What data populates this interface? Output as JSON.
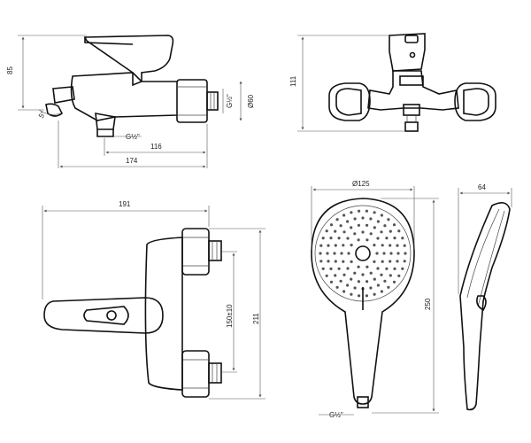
{
  "views": {
    "side": {
      "height_label": "85",
      "thread_label": "G½\"",
      "diameter_label": "Ø60",
      "outlet_thread_label": "G½\"",
      "angle_label": "5°",
      "depth_label": "116",
      "total_label": "174"
    },
    "front": {
      "height_label": "111"
    },
    "top": {
      "width_label": "191",
      "centers_label": "150±10",
      "overall_label": "211"
    },
    "handshower_front": {
      "diameter_label": "Ø125",
      "length_label": "250",
      "thread_label": "G½\""
    },
    "handshower_side": {
      "depth_label": "64"
    }
  }
}
